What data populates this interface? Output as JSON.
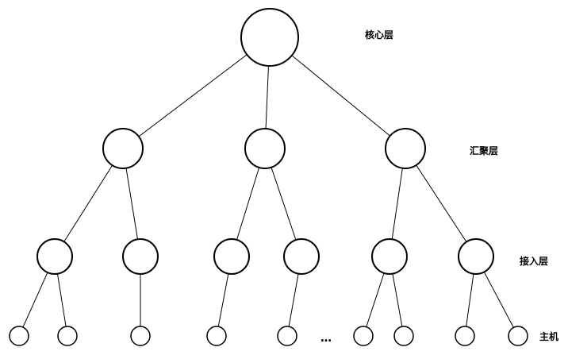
{
  "diagram": {
    "layers": {
      "core": "核心层",
      "aggregation": "汇聚层",
      "access": "接入层",
      "host": "主机"
    },
    "ellipsis": "…",
    "colors": {
      "stroke": "#000000",
      "fill": "#ffffff"
    }
  }
}
